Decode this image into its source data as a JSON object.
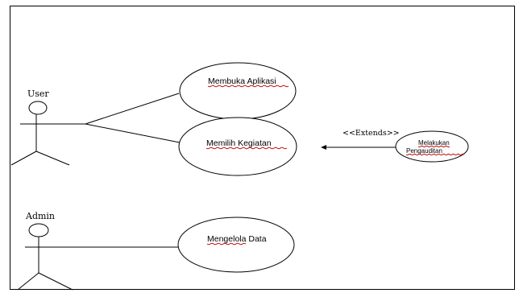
{
  "actors": {
    "user": {
      "label": "User"
    },
    "admin": {
      "label": "Admin"
    }
  },
  "use_cases": {
    "membuka_aplikasi": {
      "label": "Membuka Aplikasi"
    },
    "memilih_kegiatan": {
      "label": "Memilih Kegiatan"
    },
    "melakukan_pengauditan": {
      "line1": "Melakukan",
      "line2": "Pengauditan"
    },
    "mengelola_data": {
      "label_part1": "Mengelola",
      "label_part2": " Data"
    }
  },
  "relationships": {
    "extends_label": "<<Extends>>"
  }
}
